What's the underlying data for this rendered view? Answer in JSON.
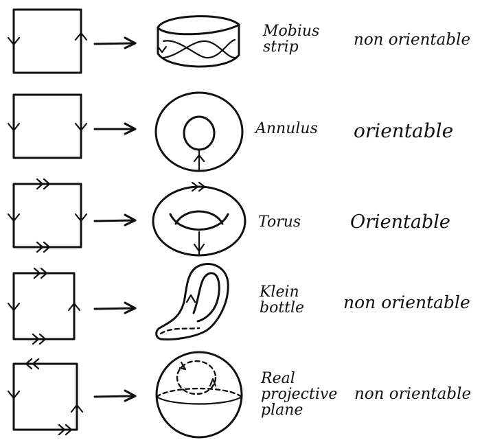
{
  "rows": [
    {
      "surface": "Mobius\nstrip",
      "orientability": "non orientable"
    },
    {
      "surface": "Annulus",
      "orientability": "orientable"
    },
    {
      "surface": "Torus",
      "orientability": "Orientable"
    },
    {
      "surface": "Klein\nbottle",
      "orientability": "non orientable"
    },
    {
      "surface": "Real\nprojective\nplane",
      "orientability": "non orientable"
    }
  ],
  "icons": {
    "square": "square-identification-icon",
    "mapsto": "right-arrow-icon",
    "shapes": [
      "mobius-strip-icon",
      "annulus-icon",
      "torus-icon",
      "klein-bottle-icon",
      "projective-plane-icon"
    ]
  },
  "colors": {
    "ink": "#111111",
    "background": "#ffffff"
  }
}
